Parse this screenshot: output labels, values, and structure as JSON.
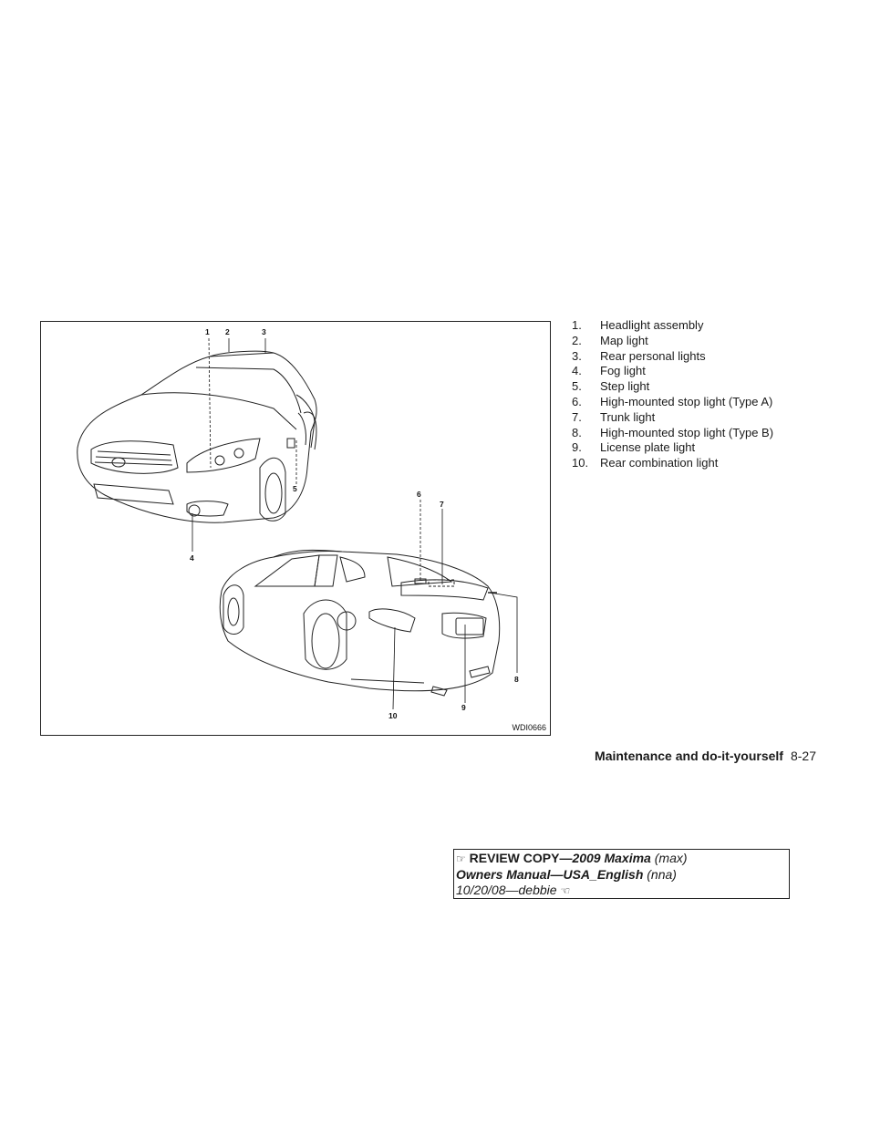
{
  "figure": {
    "code": "WDI0666",
    "callouts": [
      "1",
      "2",
      "3",
      "4",
      "5",
      "6",
      "7",
      "8",
      "9",
      "10"
    ]
  },
  "legend": [
    {
      "num": "1.",
      "label": "Headlight assembly"
    },
    {
      "num": "2.",
      "label": "Map light"
    },
    {
      "num": "3.",
      "label": "Rear personal lights"
    },
    {
      "num": "4.",
      "label": "Fog light"
    },
    {
      "num": "5.",
      "label": "Step light"
    },
    {
      "num": "6.",
      "label": "High-mounted stop light (Type A)"
    },
    {
      "num": "7.",
      "label": "Trunk light"
    },
    {
      "num": "8.",
      "label": "High-mounted stop light (Type B)"
    },
    {
      "num": "9.",
      "label": "License plate light"
    },
    {
      "num": "10.",
      "label": "Rear combination light"
    }
  ],
  "footer": {
    "section": "Maintenance and do-it-yourself",
    "page": "8-27"
  },
  "review": {
    "icon_start": "pointing-hand-right",
    "icon_end": "pointing-hand-left",
    "prefix": "REVIEW COPY—",
    "model": "2009 Maxima",
    "model_code": "(max)",
    "manual": "Owners Manual—USA_English",
    "manual_code": "(nna)",
    "date_user": "10/20/08—debbie"
  }
}
